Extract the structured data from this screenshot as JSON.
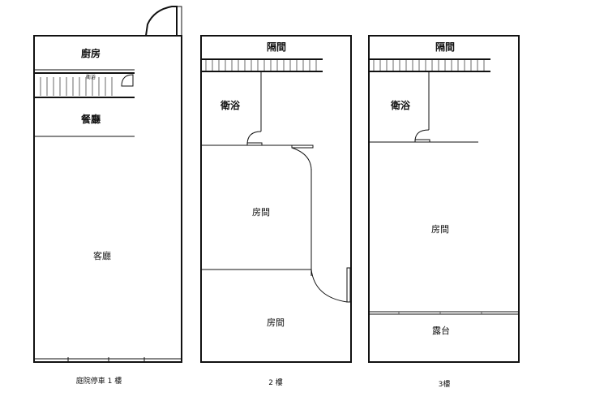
{
  "floors": [
    {
      "caption": "庭院停車 1 樓",
      "rooms": {
        "kitchen": "廚房",
        "bath": "衛浴",
        "dining": "餐廳",
        "living": "客廳"
      }
    },
    {
      "caption": "2 樓",
      "rooms": {
        "partition": "隔間",
        "bath": "衛浴",
        "room_a": "房間",
        "room_b": "房間"
      }
    },
    {
      "caption": "3樓",
      "rooms": {
        "partition": "隔間",
        "bath": "衛浴",
        "room": "房間",
        "terrace": "露台"
      }
    }
  ]
}
